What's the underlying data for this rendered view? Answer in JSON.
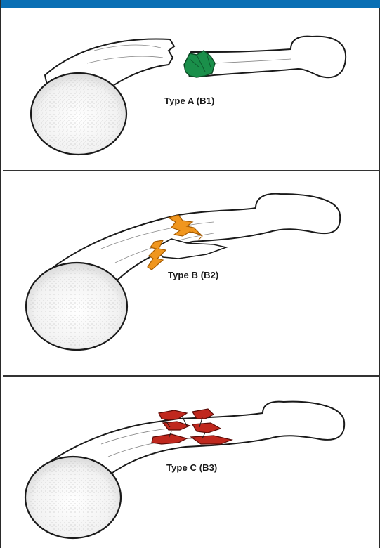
{
  "header": {
    "color": "#0a6fb4"
  },
  "panels": [
    {
      "id": "a",
      "label": "Type A (B1)",
      "fragment_color": "#1a8f4a",
      "description_icon": "simple-fracture-icon"
    },
    {
      "id": "b",
      "label": "Type B (B2)",
      "fragment_color": "#f0961e",
      "description_icon": "wedge-fracture-icon"
    },
    {
      "id": "c",
      "label": "Type C (B3)",
      "fragment_color": "#c0281e",
      "description_icon": "complex-fracture-icon"
    }
  ]
}
